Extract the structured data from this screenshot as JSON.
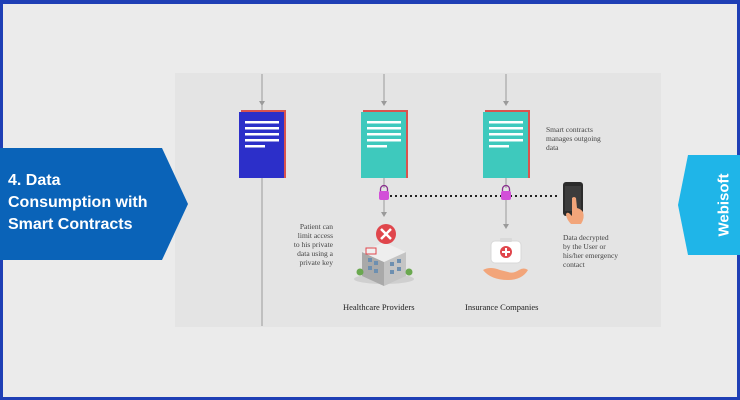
{
  "title": "4. Data\nConsumption with\nSmart Contracts",
  "brand": "Webisoft",
  "notes": {
    "smart_contracts": "Smart contracts\nmanages outgoing\ndata",
    "patient": "Patient can\nlimit access\nto his private\ndata using a\nprivate key",
    "decrypted": "Data decrypted\nby the User or\nhis/her emergency\ncontact"
  },
  "labels": {
    "healthcare": "Healthcare Providers",
    "insurance": "Insurance Companies"
  },
  "colors": {
    "frame": "#1f3fb5",
    "banner": "#0a63b8",
    "brand_tab": "#1fb5e8",
    "doc_blue": "#2c2fc9",
    "doc_teal": "#3ec9bd",
    "lock": "#d24fd8"
  },
  "icons": {
    "document_1": "document-icon",
    "document_2": "document-icon",
    "document_3": "document-icon",
    "lock_1": "lock-icon",
    "lock_2": "lock-icon",
    "phone": "phone-tap-icon",
    "hospital": "hospital-building-icon",
    "insurance": "medical-kit-hand-icon"
  }
}
